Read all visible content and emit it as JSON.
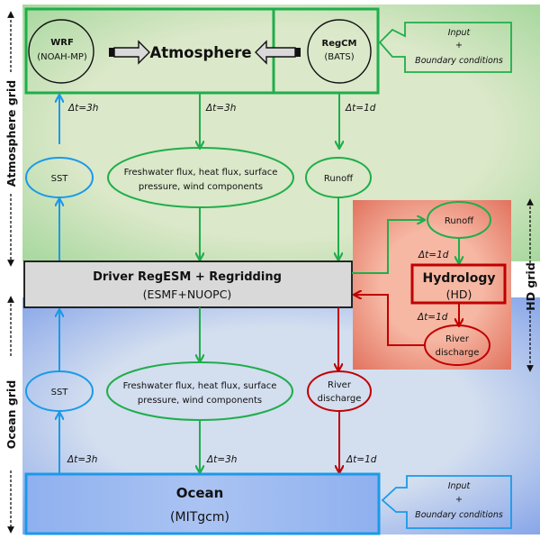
{
  "colors": {
    "atm_green": "#1fae4b",
    "ocean_blue": "#1a9ae8",
    "hd_red": "#c00000",
    "driver_fill": "#d9d9d9",
    "atm_bg": "#d6e6c4",
    "ocean_bg": "#c9d8f2",
    "hd_bg": "#f4b09c"
  },
  "side_labels": {
    "atmosphere_grid": "Atmosphere grid",
    "ocean_grid": "Ocean grid",
    "hd_grid": "HD grid"
  },
  "atmosphere": {
    "title": "Atmosphere",
    "wrf": {
      "name": "WRF",
      "sub": "(NOAH-MP)"
    },
    "regcm": {
      "name": "RegCM",
      "sub": "(BATS)"
    },
    "input": {
      "line1": "Input",
      "line2": "+",
      "line3": "Boundary conditions"
    }
  },
  "driver": {
    "title": "Driver RegESM + Regridding",
    "sub": "(ESMF+NUOPC)"
  },
  "ocean": {
    "title": "Ocean",
    "sub": "(MITgcm)",
    "input": {
      "line1": "Input",
      "line2": "+",
      "line3": "Boundary conditions"
    }
  },
  "hydrology": {
    "title": "Hydrology",
    "sub": "(HD)"
  },
  "nodes": {
    "sst_atm": "SST",
    "flux_atm_line1": "Freshwater flux, heat flux, surface",
    "flux_atm_line2": "pressure, wind  components",
    "runoff_atm": "Runoff",
    "runoff_hd": "Runoff",
    "river_hd_line1": "River",
    "river_hd_line2": "discharge",
    "sst_ocn": "SST",
    "flux_ocn_line1": "Freshwater flux, heat flux, surface",
    "flux_ocn_line2": "pressure, wind  components",
    "river_ocn_line1": "River",
    "river_ocn_line2": "discharge"
  },
  "timesteps": {
    "atm_sst": "Δt=3h",
    "atm_flux": "Δt=3h",
    "atm_runoff": "Δt=1d",
    "hd_runoff": "Δt=1d",
    "hd_river": "Δt=1d",
    "ocn_sst": "Δt=3h",
    "ocn_flux": "Δt=3h",
    "ocn_river": "Δt=1d"
  }
}
